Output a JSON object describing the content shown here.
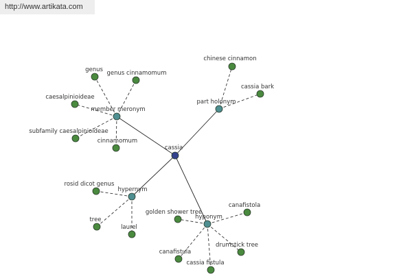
{
  "header": {
    "url_text": "http://www.artikata.com"
  },
  "colors": {
    "center_node": "#34428e",
    "relation_node": "#4f8f91",
    "leaf_node": "#4a8a3f",
    "node_stroke": "#2a3a2a",
    "solid_edge": "#222222",
    "dashed_edge": "#333333"
  },
  "graph": {
    "center": {
      "id": "cassia",
      "label": "cassia"
    },
    "relations": [
      {
        "id": "member-meronym",
        "label": "member meronym",
        "leaves": [
          {
            "id": "genus",
            "label": "genus"
          },
          {
            "id": "genus-cinnamomum",
            "label": "genus cinnamomum"
          },
          {
            "id": "caesalpinioideae",
            "label": "caesalpinioideae"
          },
          {
            "id": "subfamily-caesalpinioideae",
            "label": "subfamily caesalpinioideae"
          },
          {
            "id": "cinnamomum",
            "label": "cinnamomum"
          }
        ]
      },
      {
        "id": "part-holonym",
        "label": "part holonym",
        "leaves": [
          {
            "id": "chinese-cinnamon",
            "label": "chinese cinnamon"
          },
          {
            "id": "cassia-bark",
            "label": "cassia bark"
          }
        ]
      },
      {
        "id": "hypernym",
        "label": "hypernym",
        "leaves": [
          {
            "id": "rosid-dicot-genus",
            "label": "rosid dicot genus"
          },
          {
            "id": "tree",
            "label": "tree"
          },
          {
            "id": "laurel",
            "label": "laurel"
          }
        ]
      },
      {
        "id": "hyponym",
        "label": "hyponym",
        "leaves": [
          {
            "id": "golden-shower-tree",
            "label": "golden shower tree"
          },
          {
            "id": "canafistola",
            "label": "canafistola"
          },
          {
            "id": "drumstick-tree",
            "label": "drumstick tree"
          },
          {
            "id": "canafistula",
            "label": "canafistula"
          },
          {
            "id": "cassia-fistula",
            "label": "cassia fistula"
          }
        ]
      }
    ]
  }
}
